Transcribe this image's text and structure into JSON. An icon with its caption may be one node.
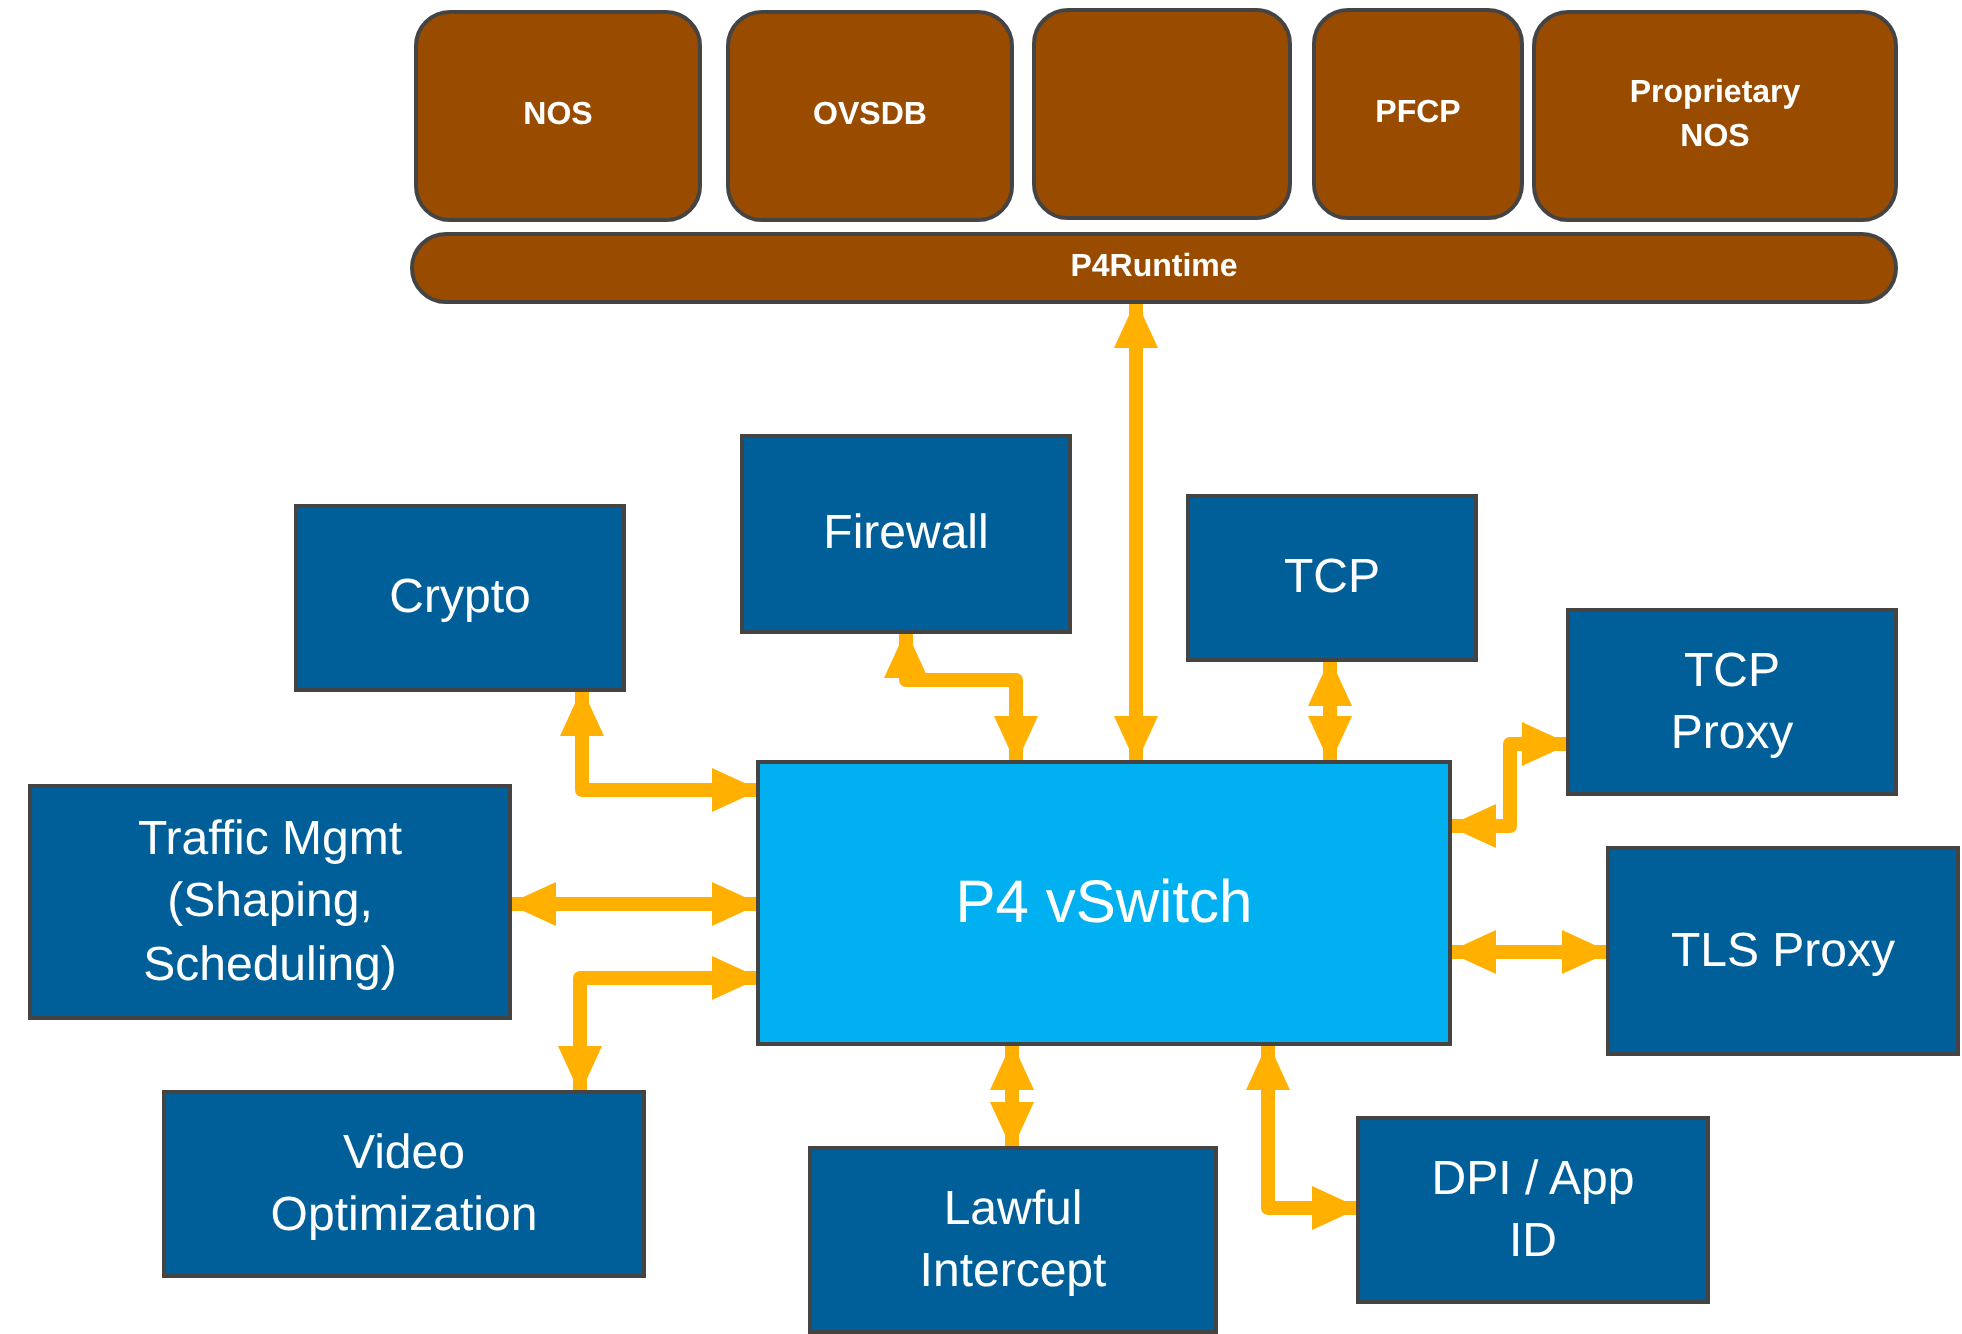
{
  "diagram": {
    "nodes": [
      {
        "text": [
          "NOS"
        ]
      },
      {
        "text": [
          "OVSDB"
        ]
      },
      {
        "text": [],
        "shape": "box"
      },
      {
        "text": [
          "PFCP"
        ]
      },
      {
        "text": [
          "Proprietary NOS"
        ]
      },
      {
        "text": [
          "P4Runtime"
        ]
      },
      {
        "text": [
          "Firewall"
        ]
      },
      {
        "text": [
          "Crypto"
        ]
      },
      {
        "text": [
          "TCP"
        ]
      },
      {
        "text": [
          "TCP Proxy"
        ]
      },
      {
        "text": [
          "Traffic Mgmt (Shaping, Scheduling)"
        ]
      },
      {
        "text": [
          "P4 vSwitch"
        ]
      },
      {
        "text": [
          "TLS Proxy"
        ]
      },
      {
        "text": [
          "Video Optimization"
        ]
      },
      {
        "text": [
          "Lawful Intercept"
        ]
      },
      {
        "text": [
          "DPI / App ID"
        ]
      }
    ],
    "edges": [
      {
        "from": 5,
        "to": 11,
        "arrow": "both"
      },
      {
        "from": 6,
        "to": 11,
        "arrow": "both"
      },
      {
        "from": 7,
        "to": 11,
        "arrow": "both"
      },
      {
        "from": 8,
        "to": 11,
        "arrow": "both"
      },
      {
        "from": 9,
        "to": 11,
        "arrow": "both"
      },
      {
        "from": 10,
        "to": 11,
        "arrow": "both"
      },
      {
        "from": 12,
        "to": 11,
        "arrow": "both"
      },
      {
        "from": 13,
        "to": 11,
        "arrow": "both"
      },
      {
        "from": 14,
        "to": 11,
        "arrow": "both"
      },
      {
        "from": 15,
        "to": 11,
        "arrow": "both"
      }
    ]
  }
}
